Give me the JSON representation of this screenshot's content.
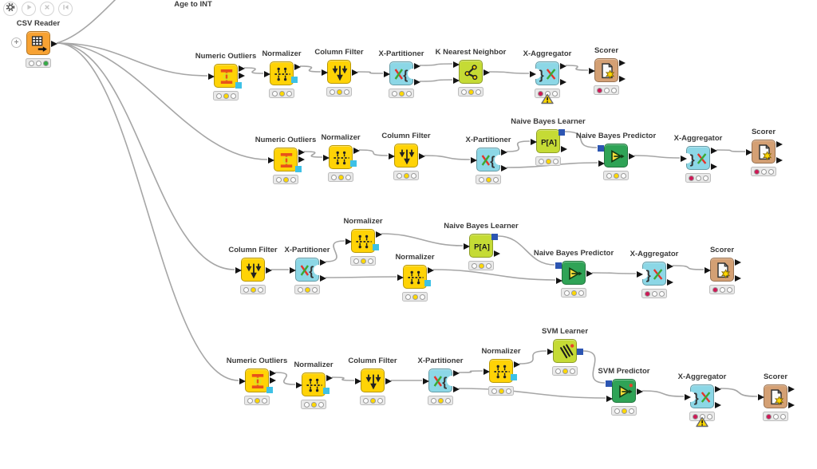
{
  "toolbar": {
    "buttons": [
      {
        "name": "settings",
        "icon": "gear-icon",
        "enabled": true
      },
      {
        "name": "execute",
        "icon": "play-icon",
        "enabled": false
      },
      {
        "name": "cancel",
        "icon": "close-icon",
        "enabled": false
      },
      {
        "name": "reset",
        "icon": "reset-icon",
        "enabled": false
      }
    ]
  },
  "colors": {
    "node_colors": {
      "source": "#F7A233",
      "manipulator": "#FFD306",
      "loop": "#8CD7E6",
      "learner": "#C5DB35",
      "predictor": "#2FA356",
      "scorer": "#D4A074"
    },
    "status_colors": {
      "red": "#CF1856",
      "yellow": "#FFD800",
      "green": "#35AC46"
    },
    "wire": "#A6A6A6",
    "port_data": "#141414",
    "port_model": "#2C55B2",
    "port_pmml": "#3EC1E6",
    "warning_fill": "#FFD800"
  },
  "workflow": {
    "offscreen_node_label": "Age to INT",
    "nodes": [
      {
        "id": "csv",
        "type": "csv-reader",
        "label": "CSV Reader",
        "status": "green",
        "warning": false
      },
      {
        "id": "r1no",
        "type": "numeric-outliers",
        "label": "Numeric Outliers",
        "status": "yellow",
        "warning": false
      },
      {
        "id": "r1norm",
        "type": "normalizer",
        "label": "Normalizer",
        "status": "yellow",
        "warning": false
      },
      {
        "id": "r1cf",
        "type": "column-filter",
        "label": "Column Filter",
        "status": "yellow",
        "warning": false
      },
      {
        "id": "r1xp",
        "type": "x-partitioner",
        "label": "X-Partitioner",
        "status": "yellow",
        "warning": false
      },
      {
        "id": "r1knn",
        "type": "knn",
        "label": "K Nearest Neighbor",
        "status": "yellow",
        "warning": false
      },
      {
        "id": "r1xa",
        "type": "x-aggregator",
        "label": "X-Aggregator",
        "status": "red",
        "warning": true
      },
      {
        "id": "r1sc",
        "type": "scorer",
        "label": "Scorer",
        "status": "red",
        "warning": false
      },
      {
        "id": "r2no",
        "type": "numeric-outliers",
        "label": "Numeric Outliers",
        "status": "yellow",
        "warning": false
      },
      {
        "id": "r2norm",
        "type": "normalizer",
        "label": "Normalizer",
        "status": "yellow",
        "warning": false
      },
      {
        "id": "r2cf",
        "type": "column-filter",
        "label": "Column Filter",
        "status": "yellow",
        "warning": false
      },
      {
        "id": "r2xp",
        "type": "x-partitioner",
        "label": "X-Partitioner",
        "status": "yellow",
        "warning": false
      },
      {
        "id": "r2nbl",
        "type": "nb-learner",
        "label": "Naive Bayes Learner",
        "status": "yellow",
        "warning": false
      },
      {
        "id": "r2nbp",
        "type": "nb-predictor",
        "label": "Naive Bayes Predictor",
        "status": "yellow",
        "warning": false
      },
      {
        "id": "r2xa",
        "type": "x-aggregator",
        "label": "X-Aggregator",
        "status": "red",
        "warning": false
      },
      {
        "id": "r2sc",
        "type": "scorer",
        "label": "Scorer",
        "status": "red",
        "warning": false
      },
      {
        "id": "r3cf",
        "type": "column-filter",
        "label": "Column Filter",
        "status": "yellow",
        "warning": false
      },
      {
        "id": "r3xp",
        "type": "x-partitioner",
        "label": "X-Partitioner",
        "status": "yellow",
        "warning": false
      },
      {
        "id": "r3norm1",
        "type": "normalizer",
        "label": "Normalizer",
        "status": "yellow",
        "warning": false
      },
      {
        "id": "r3norm2",
        "type": "normalizer",
        "label": "Normalizer",
        "status": "yellow",
        "warning": false
      },
      {
        "id": "r3nbl",
        "type": "nb-learner",
        "label": "Naive Bayes Learner",
        "status": "yellow",
        "warning": false
      },
      {
        "id": "r3nbp",
        "type": "nb-predictor",
        "label": "Naive Bayes Predictor",
        "status": "yellow",
        "warning": false
      },
      {
        "id": "r3xa",
        "type": "x-aggregator",
        "label": "X-Aggregator",
        "status": "red",
        "warning": false
      },
      {
        "id": "r3sc",
        "type": "scorer",
        "label": "Scorer",
        "status": "red",
        "warning": false
      },
      {
        "id": "r4no",
        "type": "numeric-outliers",
        "label": "Numeric Outliers",
        "status": "yellow",
        "warning": false
      },
      {
        "id": "r4norm",
        "type": "normalizer",
        "label": "Normalizer",
        "status": "yellow",
        "warning": false
      },
      {
        "id": "r4cf",
        "type": "column-filter",
        "label": "Column Filter",
        "status": "yellow",
        "warning": false
      },
      {
        "id": "r4xp",
        "type": "x-partitioner",
        "label": "X-Partitioner",
        "status": "yellow",
        "warning": false
      },
      {
        "id": "r4norm2",
        "type": "normalizer",
        "label": "Normalizer",
        "status": "yellow",
        "warning": false
      },
      {
        "id": "r4svml",
        "type": "svm-learner",
        "label": "SVM Learner",
        "status": "yellow",
        "warning": false
      },
      {
        "id": "r4svmp",
        "type": "svm-predictor",
        "label": "SVM Predictor",
        "status": "yellow",
        "warning": false
      },
      {
        "id": "r4xa",
        "type": "x-aggregator",
        "label": "X-Aggregator",
        "status": "red",
        "warning": true
      },
      {
        "id": "r4sc",
        "type": "scorer",
        "label": "Scorer",
        "status": "red",
        "warning": false
      }
    ],
    "connections": [
      [
        "csv",
        0,
        "r1no",
        0
      ],
      [
        "csv",
        0,
        "r2no",
        0
      ],
      [
        "csv",
        0,
        "r3cf",
        0
      ],
      [
        "csv",
        0,
        "r4no",
        0
      ],
      [
        "r1no",
        0,
        "r1norm",
        0
      ],
      [
        "r1norm",
        0,
        "r1cf",
        0
      ],
      [
        "r1cf",
        0,
        "r1xp",
        0
      ],
      [
        "r1xp",
        0,
        "r1knn",
        0
      ],
      [
        "r1xp",
        1,
        "r1knn",
        1
      ],
      [
        "r1knn",
        0,
        "r1xa",
        0
      ],
      [
        "r1xa",
        0,
        "r1sc",
        0
      ],
      [
        "r2no",
        0,
        "r2norm",
        0
      ],
      [
        "r2norm",
        0,
        "r2cf",
        0
      ],
      [
        "r2cf",
        0,
        "r2xp",
        0
      ],
      [
        "r2xp",
        0,
        "r2nbl",
        0
      ],
      [
        "r2xp",
        1,
        "r2nbp",
        1
      ],
      [
        "r2nbl",
        0,
        "r2nbp",
        0
      ],
      [
        "r2nbp",
        0,
        "r2xa",
        0
      ],
      [
        "r2xa",
        0,
        "r2sc",
        0
      ],
      [
        "r3cf",
        0,
        "r3xp",
        0
      ],
      [
        "r3xp",
        0,
        "r3norm1",
        0
      ],
      [
        "r3xp",
        1,
        "r3norm2",
        0
      ],
      [
        "r3norm1",
        0,
        "r3nbl",
        0
      ],
      [
        "r3norm2",
        0,
        "r3nbp",
        1
      ],
      [
        "r3nbl",
        0,
        "r3nbp",
        0
      ],
      [
        "r3nbp",
        0,
        "r3xa",
        0
      ],
      [
        "r3xa",
        0,
        "r3sc",
        0
      ],
      [
        "r4no",
        0,
        "r4norm",
        0
      ],
      [
        "r4norm",
        0,
        "r4cf",
        0
      ],
      [
        "r4cf",
        0,
        "r4xp",
        0
      ],
      [
        "r4xp",
        0,
        "r4norm2",
        0
      ],
      [
        "r4xp",
        1,
        "r4svmp",
        1
      ],
      [
        "r4norm2",
        0,
        "r4svml",
        0
      ],
      [
        "r4svml",
        0,
        "r4svmp",
        0
      ],
      [
        "r4svmp",
        0,
        "r4xa",
        0
      ],
      [
        "r4xa",
        0,
        "r4sc",
        0
      ]
    ]
  }
}
